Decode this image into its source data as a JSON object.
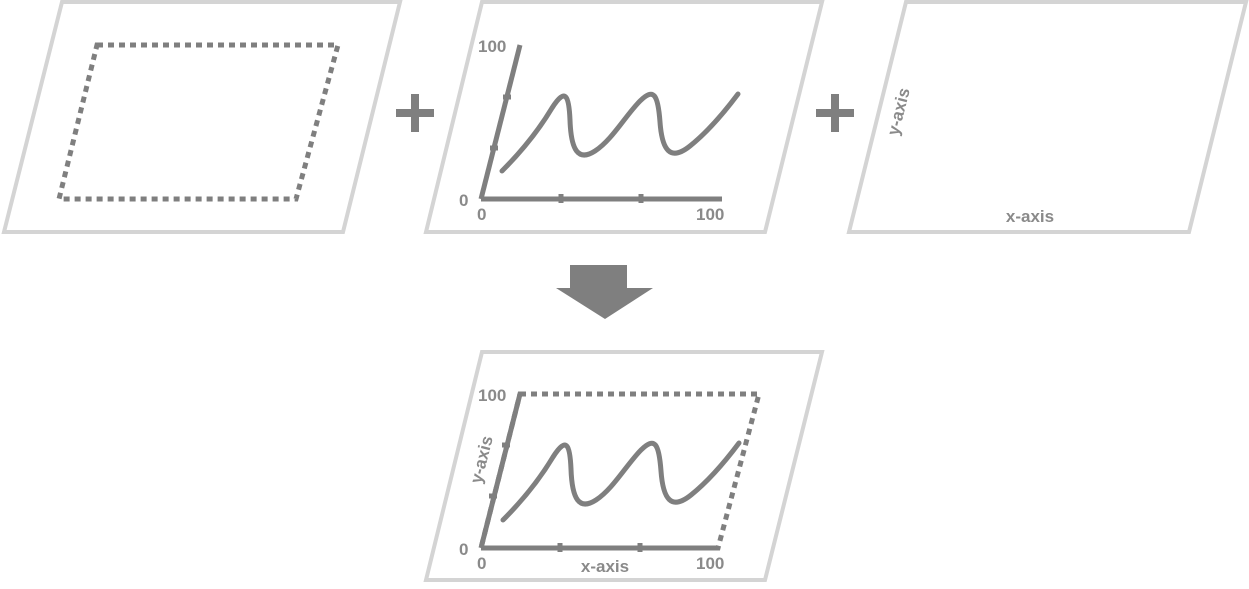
{
  "colors": {
    "panel_border": "#d4d4d4",
    "stroke": "#7f7f7f",
    "label": "#8a8a8a",
    "background": "#ffffff"
  },
  "operators": {
    "plus_1": "+",
    "plus_2": "+",
    "result_arrow": "down-arrow-icon"
  },
  "panel_data": {
    "tick_y_max": "100",
    "tick_y_min": "0",
    "tick_x_min": "0",
    "tick_x_max": "100"
  },
  "panel_labels": {
    "x_axis": "x-axis",
    "y_axis": "y-axis"
  },
  "panel_result": {
    "tick_y_max": "100",
    "tick_y_min": "0",
    "tick_x_min": "0",
    "tick_x_max": "100",
    "x_axis": "x-axis",
    "y_axis": "y-axis"
  }
}
